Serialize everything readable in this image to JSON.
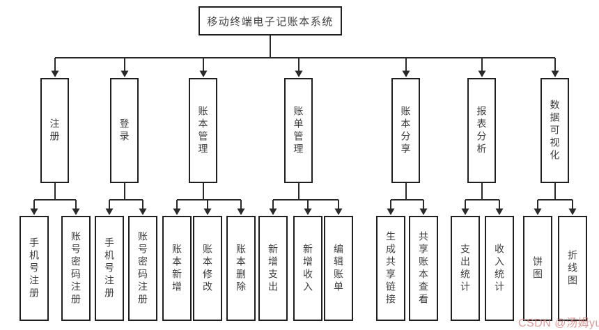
{
  "diagram": {
    "root": {
      "label": "移动终端电子记账本系统"
    },
    "branches": [
      {
        "label": "注册",
        "children": [
          {
            "label": "手机号注册"
          },
          {
            "label": "账号密码注册"
          }
        ]
      },
      {
        "label": "登录",
        "children": [
          {
            "label": "手机号注册"
          },
          {
            "label": "账号密码注册"
          }
        ]
      },
      {
        "label": "账本管理",
        "children": [
          {
            "label": "账本新增"
          },
          {
            "label": "账本修改"
          },
          {
            "label": "账本删除"
          }
        ]
      },
      {
        "label": "账单管理",
        "children": [
          {
            "label": "新增支出"
          },
          {
            "label": "新增收入"
          },
          {
            "label": "编辑账单"
          }
        ]
      },
      {
        "label": "账本分享",
        "children": [
          {
            "label": "生成共享链接"
          },
          {
            "label": "共享账本查看"
          }
        ]
      },
      {
        "label": "报表分析",
        "children": [
          {
            "label": "支出统计"
          },
          {
            "label": "收入统计"
          }
        ]
      },
      {
        "label": "数据可视化",
        "children": [
          {
            "label": "饼图"
          },
          {
            "label": "折线图"
          }
        ]
      }
    ],
    "watermark": "CSDN @汤姆yu",
    "colors": {
      "background": "#ffffff",
      "box_border": "#1f1f1f",
      "line": "#2a2a2a",
      "text": "#3d3d3d",
      "watermark": "#d68080"
    }
  }
}
